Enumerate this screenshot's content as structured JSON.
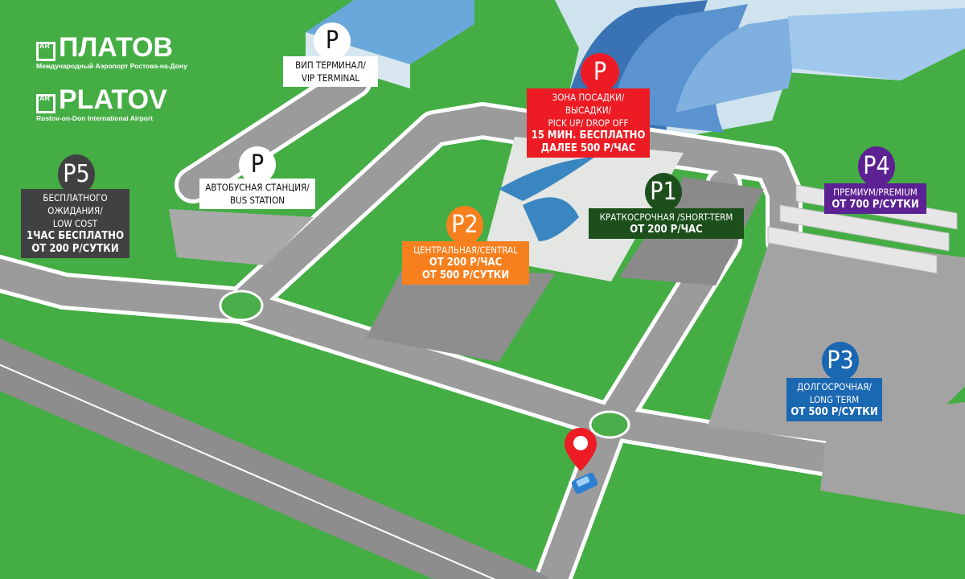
{
  "logo_ru": {
    "name": "ПЛАТОВ",
    "mark": "AR",
    "subtitle": "Международный Аэропорт Ростова-на-Дону"
  },
  "logo_en": {
    "name": "PLATOV",
    "mark": "AR",
    "subtitle": "Rostov-on-Don International Airport"
  },
  "markers": {
    "vip": {
      "symbol": "P",
      "lines": [
        "ВИП ТЕРМИНАЛ/",
        "VIP TERMINAL"
      ],
      "color": "#ffffff"
    },
    "dropoff": {
      "symbol": "P",
      "lines": [
        "ЗОНА ПОСАДКИ/ВЫСАДКИ/",
        "PICK UP/ DROP OFF"
      ],
      "price": [
        "15 МИН. БЕСПЛАТНО",
        "ДАЛЕЕ 500 Р/ЧАС"
      ],
      "color": "#ed1c24"
    },
    "bus": {
      "symbol": "P",
      "lines": [
        "АВТОБУСНАЯ СТАНЦИЯ/",
        "BUS STATION"
      ],
      "color": "#ffffff"
    },
    "p5": {
      "symbol": "P5",
      "lines": [
        "БЕСПЛАТНОГО",
        "ОЖИДАНИЯ/",
        "LOW COST"
      ],
      "price": [
        "1ЧАС БЕСПЛАТНО",
        "ОТ 200 Р/СУТКИ"
      ],
      "color": "#414141"
    },
    "p2": {
      "symbol": "P2",
      "lines": [
        "ЦЕНТРАЛЬНАЯ/CENTRAL"
      ],
      "price": [
        "ОТ 200 Р/ЧАС",
        "ОТ 500 Р/СУТКИ"
      ],
      "color": "#f7801e"
    },
    "p1": {
      "symbol": "P1",
      "lines": [
        "КРАТКОСРОЧНАЯ /SHORT-TERM"
      ],
      "price": [
        "ОТ 200 Р/ЧАС"
      ],
      "color": "#1d4f1d"
    },
    "p4": {
      "symbol": "P4",
      "lines": [
        "ПРЕМИУМ/PREMIUM"
      ],
      "price": [
        "ОТ 700 Р/СУТКИ"
      ],
      "color": "#5c2192"
    },
    "p3": {
      "symbol": "P3",
      "lines": [
        "ДОЛГОСРОЧНАЯ/",
        "LONG TERM"
      ],
      "price": [
        "ОТ 500 Р/СУТКИ"
      ],
      "color": "#1a67b2"
    }
  },
  "you_are_here": {
    "icon": "location-pin-icon",
    "vehicle": "car-icon",
    "color": "#ed1c24"
  }
}
